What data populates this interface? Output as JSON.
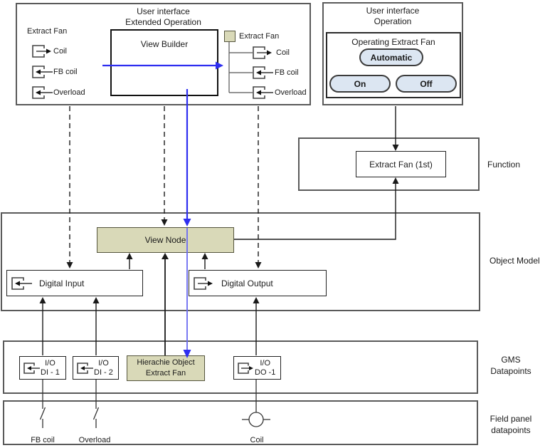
{
  "colors": {
    "accent_blue": "#2e2ef0",
    "node_fill": "#d9d9b8",
    "button_fill": "#dce6f2"
  },
  "extended_ui": {
    "title_line1": "User interface",
    "title_line2": "Extended Operation",
    "source_label": "Extract Fan",
    "view_builder_label": "View Builder",
    "result_label": "Extract Fan",
    "points": {
      "coil": "Coil",
      "fb_coil": "FB coil",
      "overload": "Overload"
    }
  },
  "operation_ui": {
    "title_line1": "User interface",
    "title_line2": "Operation",
    "panel_title": "Operating Extract Fan",
    "automatic_button": "Automatic",
    "on_button": "On",
    "off_button": "Off"
  },
  "function_row": {
    "side_label": "Function",
    "extract_fan_label": "Extract Fan (1st)"
  },
  "object_model_row": {
    "side_label": "Object Model",
    "view_node_label": "View Node",
    "digital_input_label": "Digital Input",
    "digital_output_label": "Digital Output"
  },
  "gms_row": {
    "side_label_line1": "GMS",
    "side_label_line2": "Datapoints",
    "di1": {
      "line1": "I/O",
      "line2": "DI - 1"
    },
    "di2": {
      "line1": "I/O",
      "line2": "DI - 2"
    },
    "hierarchy_object": {
      "line1": "Hierachie Object",
      "line2": "Extract Fan"
    },
    "do1": {
      "line1": "I/O",
      "line2": "DO -1"
    }
  },
  "field_panel_row": {
    "side_label_line1": "Field panel",
    "side_label_line2": "datapoints",
    "fb_coil_label": "FB coil",
    "overload_label": "Overload",
    "coil_label": "Coil"
  }
}
